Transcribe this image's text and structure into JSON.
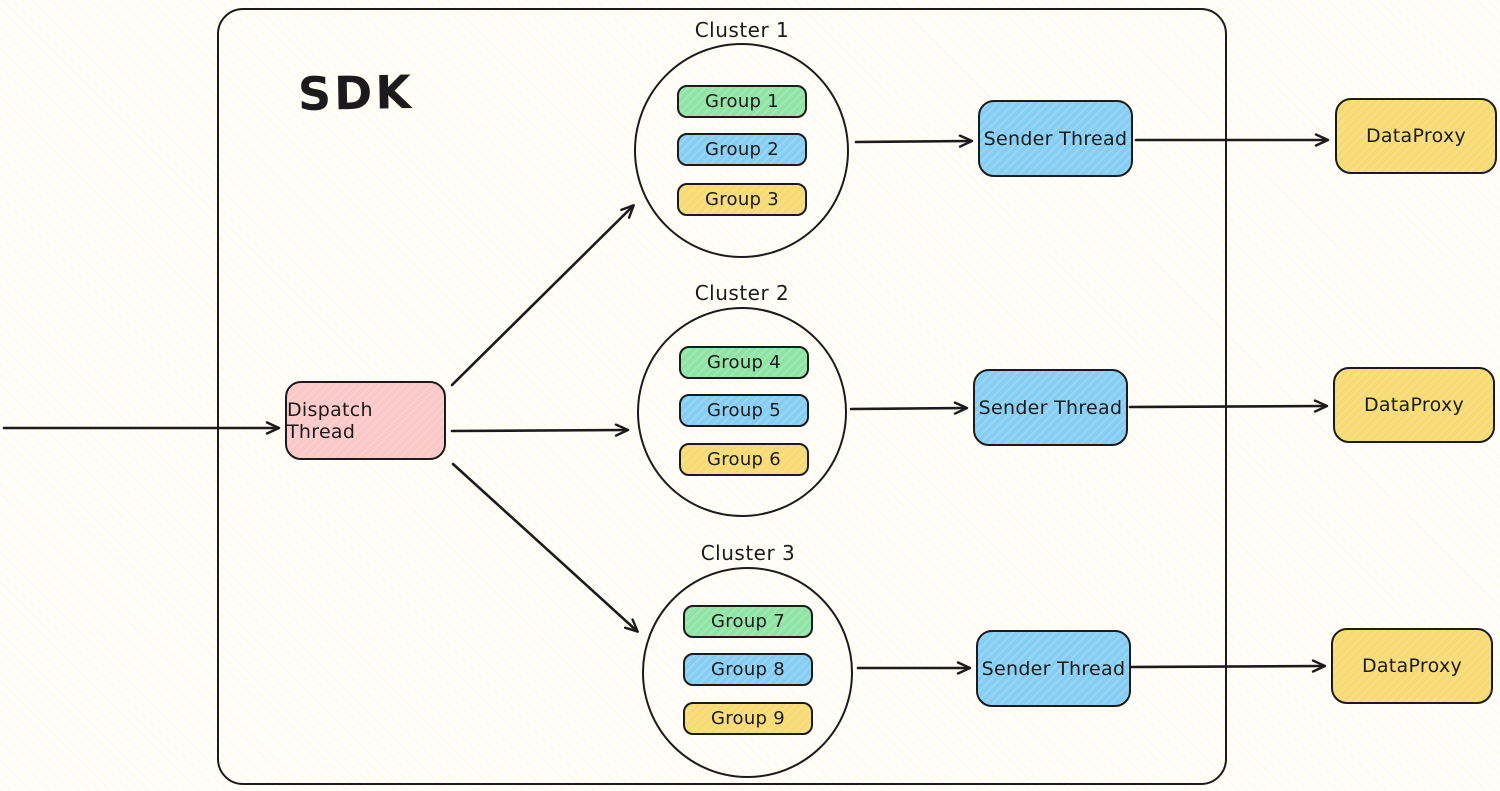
{
  "sdk_label": "SDK",
  "dispatch": {
    "label": "Dispatch Thread"
  },
  "clusters": [
    {
      "label": "Cluster 1",
      "groups": [
        "Group 1",
        "Group 2",
        "Group 3"
      ]
    },
    {
      "label": "Cluster 2",
      "groups": [
        "Group 4",
        "Group 5",
        "Group 6"
      ]
    },
    {
      "label": "Cluster 3",
      "groups": [
        "Group 7",
        "Group 8",
        "Group 9"
      ]
    }
  ],
  "rows": [
    {
      "sender": "Sender Thread",
      "proxy": "DataProxy"
    },
    {
      "sender": "Sender Thread",
      "proxy": "DataProxy"
    },
    {
      "sender": "Sender Thread",
      "proxy": "DataProxy"
    }
  ],
  "colors": {
    "stroke": "#1b1b1b",
    "canvas": "#fffefa",
    "pink": "#fbc7c7",
    "green": "#8fe3a4",
    "blue": "#85cdf2",
    "yellow": "#f7da72"
  }
}
